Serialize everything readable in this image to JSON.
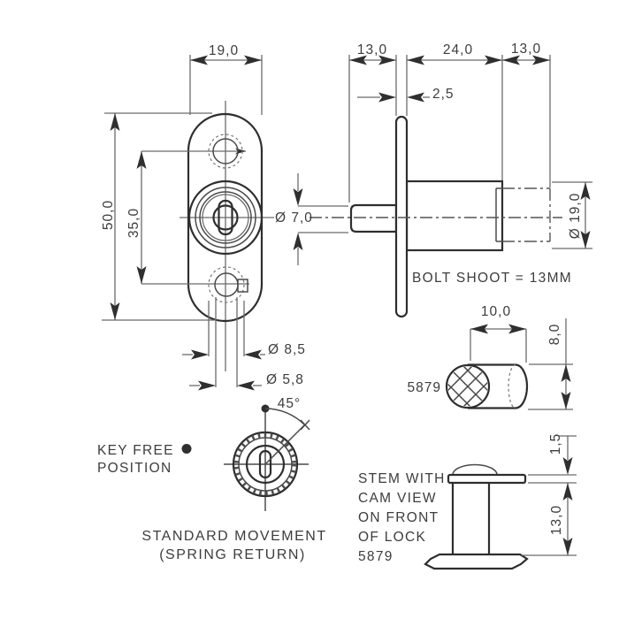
{
  "drawing": {
    "front_view": {
      "plate_width": "19,0",
      "plate_height": "50,0",
      "hole_spacing": "35,0",
      "hole_dia_outer": "Ø 8,5",
      "hole_dia_inner": "Ø 5,8"
    },
    "side_view": {
      "stem_length": "13,0",
      "body_length": "24,0",
      "bolt_travel": "13,0",
      "flange_thickness": "2,5",
      "stem_dia": "Ø 7,0",
      "body_dia": "Ø 19,0",
      "note": "BOLT SHOOT = 13MM"
    },
    "stem_section_view": {
      "part_no": "5879",
      "width": "10,0",
      "height": "8,0"
    },
    "key_position_view": {
      "label_line1": "KEY FREE",
      "label_line2": "POSITION",
      "angle": "45°",
      "caption_line1": "STANDARD MOVEMENT",
      "caption_line2": "(SPRING RETURN)"
    },
    "cam_view": {
      "note_line1": "STEM WITH",
      "note_line2": "CAM VIEW",
      "note_line3": "ON FRONT",
      "note_line4": "OF LOCK",
      "part_no": "5879",
      "cam_thickness": "1,5",
      "stem_length": "13,0"
    }
  }
}
